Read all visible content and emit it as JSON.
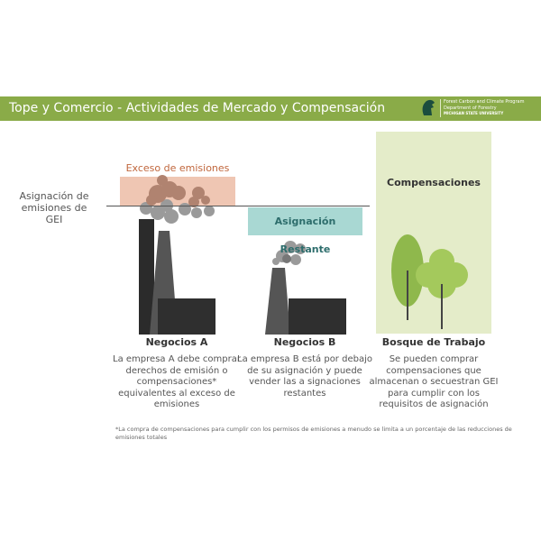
{
  "header": {
    "title": "Tope y Comercio - Actividades de Mercado y Compensación",
    "logo_lines": [
      "Forest Carbon and Climate Program",
      "Department of Forestry",
      "MICHIGAN STATE UNIVERSITY"
    ]
  },
  "allowance_label": "Asignación de emisiones de GEI",
  "excess_label": "Exceso de emisiones",
  "remaining_label": "Asignación Restante",
  "offsets_label": "Compensaciones",
  "columns": [
    {
      "name": "Negocios A",
      "desc": "La empresa A debe comprar derechos de emisión o compensaciones* equivalentes al exceso de emisiones"
    },
    {
      "name": "Negocios B",
      "desc": "La empresa B está por debajo de su asignación y puede vender las a signaciones restantes"
    },
    {
      "name": "Bosque de Trabajo",
      "desc": "Se pueden comprar compensaciones que almacenan o secuestran GEI para cumplir con los requisitos de asignación"
    }
  ],
  "footnote": "*La compra de compensaciones para cumplir con los permisos de emisiones a menudo se limita a un porcentaje de las reducciones de emisiones totales",
  "colors": {
    "banner": "#8aab48",
    "excess": "#efc6b3",
    "remaining": "#a9d8d3",
    "offsets": "#e4ecc9"
  }
}
